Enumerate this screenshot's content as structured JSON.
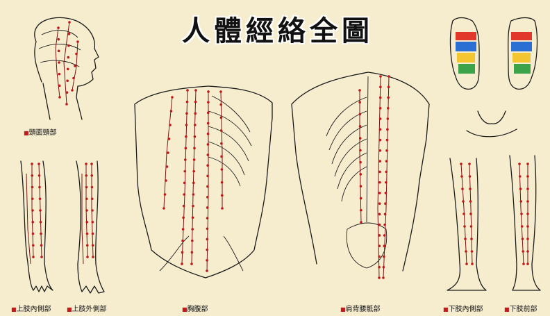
{
  "title": "人體經絡全圖",
  "sections": [
    {
      "label": "頭面頸部"
    },
    {
      "label": "上肢內側部"
    },
    {
      "label": "上肢外側部"
    },
    {
      "label": "胸腹部"
    },
    {
      "label": "肩背腰骶部"
    },
    {
      "label": "下肢內側部"
    },
    {
      "label": "下肢前部"
    }
  ],
  "colors": {
    "background": "#f6edcf",
    "acupoint": "#c01818",
    "outline": "#1a1a1a"
  }
}
